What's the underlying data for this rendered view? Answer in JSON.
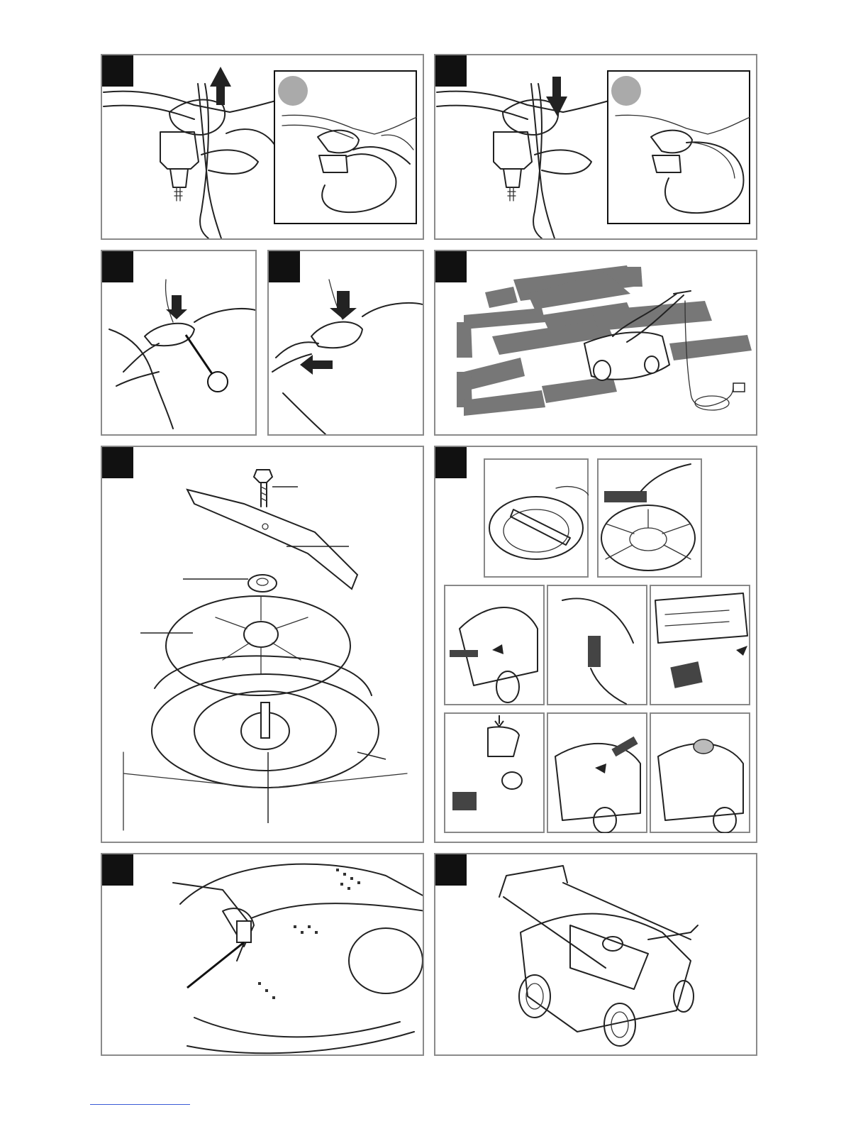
{
  "colors": {
    "border": "#8a8a8a",
    "tab": "#111111",
    "gray_fill": "#777777",
    "circle_gray": "#aaaaaa",
    "line": "#222222",
    "link": "#3a5bd6"
  },
  "panels": [
    {
      "id": "panel-cable-up",
      "icons": [
        "cable-hook-icon",
        "arrow-up-icon",
        "hand-icon"
      ]
    },
    {
      "id": "panel-cable-down",
      "icons": [
        "cable-hook-icon",
        "arrow-down-icon",
        "hand-icon"
      ]
    },
    {
      "id": "panel-switch-press",
      "icons": [
        "switch-box-icon",
        "arrow-down-icon",
        "pointer-icon"
      ]
    },
    {
      "id": "panel-switch-lever",
      "icons": [
        "switch-box-icon",
        "arrow-down-icon",
        "arrow-left-icon"
      ]
    },
    {
      "id": "panel-mowing-pattern",
      "icons": [
        "mowing-path-icon",
        "lawnmower-icon",
        "power-plug-icon"
      ]
    },
    {
      "id": "panel-blade-exploded",
      "icons": [
        "bolt-icon",
        "blade-icon",
        "washer-icon",
        "fan-disc-icon",
        "motor-shaft-icon"
      ]
    },
    {
      "id": "panel-cleaning",
      "icons": [
        "brush-icon",
        "glove-icon",
        "wheel-icon",
        "cloth-icon"
      ]
    },
    {
      "id": "panel-grass-box-latch",
      "icons": [
        "latch-icon",
        "pointer-icon"
      ]
    },
    {
      "id": "panel-mower-overview",
      "icons": [
        "lawnmower-icon",
        "handle-icon",
        "wheel-icon"
      ]
    }
  ]
}
